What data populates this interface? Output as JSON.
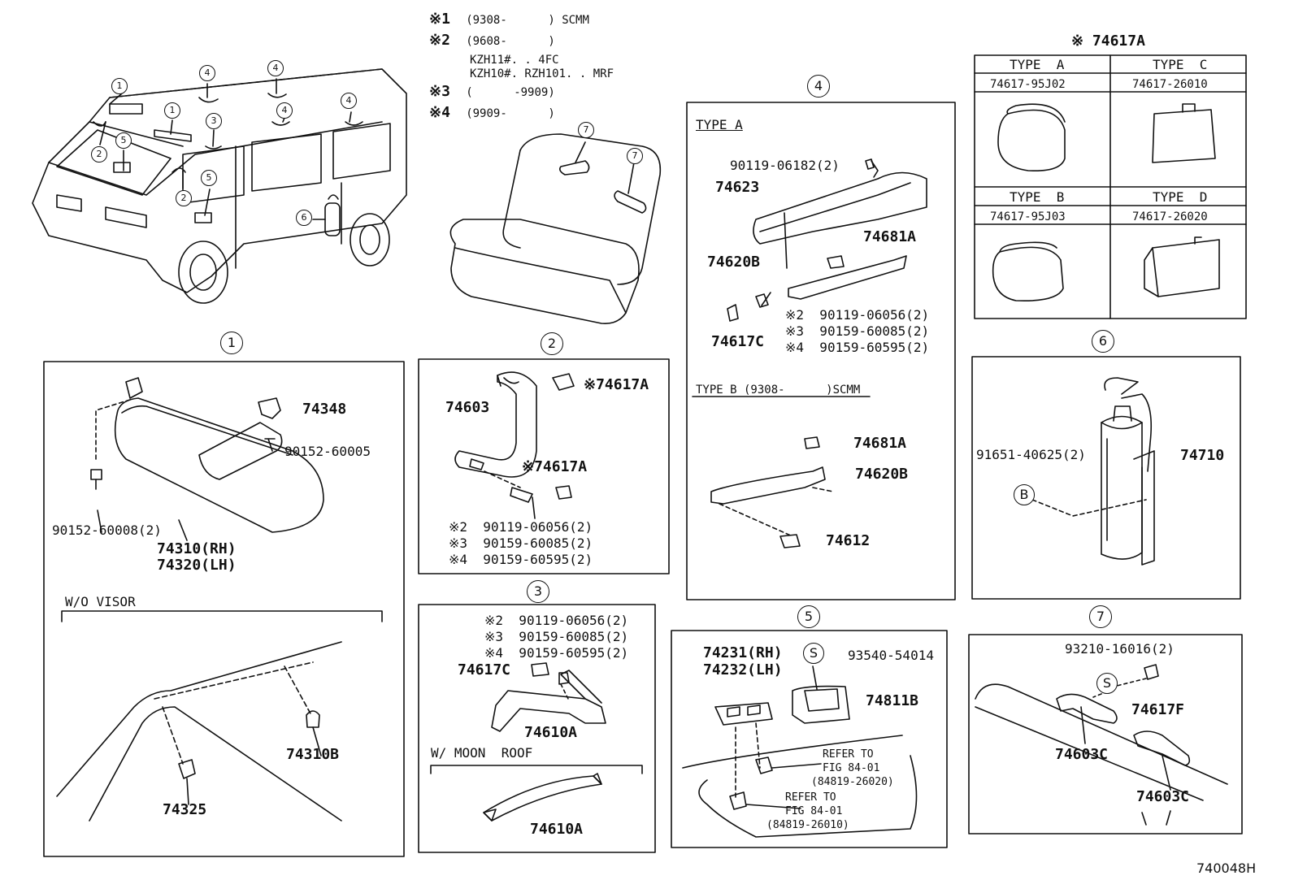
{
  "footnotes": [
    {
      "mark": "※1",
      "text": "(9308-      ) SCMM"
    },
    {
      "mark": "※2",
      "text": "(9608-      )"
    },
    {
      "mark": "",
      "text": "KZH11#. . 4FC"
    },
    {
      "mark": "",
      "text": "KZH10#. RZH101. . MRF"
    },
    {
      "mark": "※3",
      "text": "(      -9909)"
    },
    {
      "mark": "※4",
      "text": "(9909-      )"
    }
  ],
  "overview_callouts": [
    "1",
    "1",
    "2",
    "5",
    "4",
    "3",
    "2",
    "5",
    "4",
    "4",
    "4",
    "6",
    "7",
    "7"
  ],
  "panel1": {
    "num": "1",
    "parts": [
      "74348",
      "90152-60005",
      "90152-60008(2)",
      "74310(RH)",
      "74320(LH)"
    ],
    "sub_title": "W/O VISOR",
    "sub_parts": [
      "74310B",
      "74325"
    ]
  },
  "panel2": {
    "num": "2",
    "parts": [
      "※74617A",
      "74603",
      "※74617A"
    ],
    "notes": [
      "※2  90119-06056(2)",
      "※3  90159-60085(2)",
      "※4  90159-60595(2)"
    ]
  },
  "panel3": {
    "num": "3",
    "notes": [
      "※2  90119-06056(2)",
      "※3  90159-60085(2)",
      "※4  90159-60595(2)"
    ],
    "parts": [
      "74617C",
      "74610A"
    ],
    "sub_title": "W/ MOON  ROOF",
    "sub_parts": [
      "74610A"
    ]
  },
  "panel4": {
    "num": "4",
    "type_a": "TYPE A",
    "a_parts": [
      "90119-06182(2)",
      "74623",
      "74681A",
      "74620B",
      "74617C"
    ],
    "a_notes": [
      "※2  90119-06056(2)",
      "※3  90159-60085(2)",
      "※4  90159-60595(2)"
    ],
    "type_b": "TYPE B (9308-      )SCMM",
    "b_parts": [
      "74681A",
      "74620B",
      "74612"
    ]
  },
  "panel5": {
    "num": "5",
    "parts": [
      "74231(RH)",
      "74232(LH)",
      "93540-54014",
      "74811B"
    ],
    "s_mark": "S",
    "refs": [
      "REFER TO",
      "FIG 84-01",
      "(84819-26020)",
      "REFER TO",
      "FIG 84-01",
      "(84819-26010)"
    ]
  },
  "panel6": {
    "num": "6",
    "parts": [
      "91651-40625(2)",
      "74710"
    ],
    "b_mark": "B"
  },
  "panel7": {
    "num": "7",
    "parts": [
      "93210-16016(2)",
      "74617F",
      "74603C",
      "74603C"
    ],
    "s_mark": "S"
  },
  "types_panel": {
    "title": "※ 74617A",
    "cells": [
      {
        "type": "TYPE  A",
        "part": "74617-95J02"
      },
      {
        "type": "TYPE  C",
        "part": "74617-26010"
      },
      {
        "type": "TYPE  B",
        "part": "74617-95J03"
      },
      {
        "type": "TYPE  D",
        "part": "74617-26020"
      }
    ]
  },
  "drawing_code": "740048H"
}
